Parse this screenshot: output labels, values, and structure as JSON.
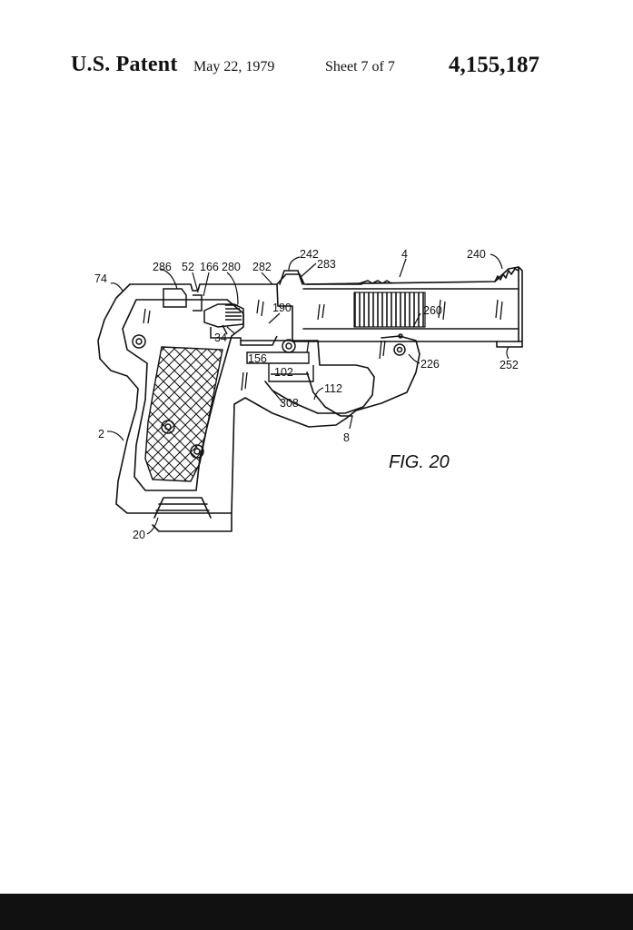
{
  "header": {
    "patent_label": "U.S. Patent",
    "date": "May 22, 1979",
    "sheet": "Sheet 7 of 7",
    "patent_number": "4,155,187"
  },
  "figure": {
    "caption": "FIG. 20",
    "reference_numerals": [
      "74",
      "286",
      "52",
      "166",
      "280",
      "282",
      "242",
      "283",
      "4",
      "240",
      "190",
      "260",
      "34",
      "156",
      "102",
      "112",
      "308",
      "226",
      "252",
      "2",
      "8",
      "20"
    ]
  }
}
